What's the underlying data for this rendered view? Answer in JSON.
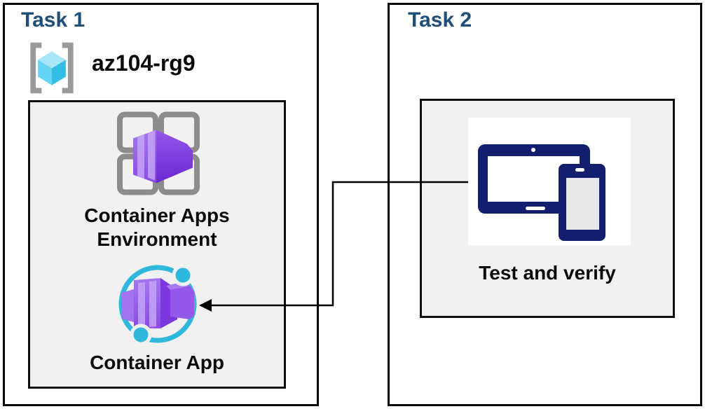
{
  "task1": {
    "title": "Task 1",
    "resource_group": {
      "icon": "resource-group-icon",
      "name": "az104-rg9"
    },
    "panel": {
      "items": [
        {
          "icon": "container-apps-environment-icon",
          "label": "Container Apps Environment"
        },
        {
          "icon": "container-app-icon",
          "label": "Container App"
        }
      ]
    }
  },
  "task2": {
    "title": "Task 2",
    "panel": {
      "items": [
        {
          "icon": "tablet-phone-icon",
          "label": "Test and verify"
        }
      ]
    }
  },
  "connector": {
    "style": "elbow-arrow",
    "from": "task2-panel",
    "to": "container-app-icon"
  },
  "colors": {
    "title_blue": "#1F4E79",
    "panel_gray": "#F1F1F1",
    "border_black": "#000000",
    "icon_purple": "#8A4BE4",
    "icon_purple_dark": "#7333D6",
    "icon_purple_light": "#C3A4F6",
    "icon_cyan": "#2FB8DC",
    "cube_cyan_top": "#A9E7F8",
    "cube_cyan_left": "#66D4F4",
    "cube_cyan_right": "#31BDE6",
    "device_navy": "#141E6E",
    "bracket_gray": "#9A9A9A",
    "grid_gray": "#8C8C8C"
  }
}
